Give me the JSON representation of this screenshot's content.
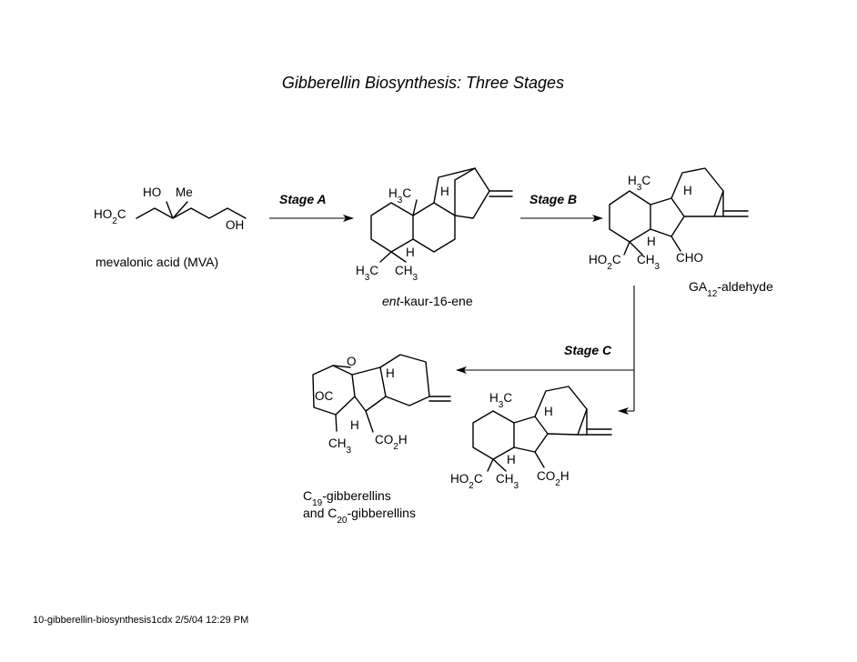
{
  "title": "Gibberellin Biosynthesis: Three Stages",
  "stages": {
    "a": "Stage A",
    "b": "Stage B",
    "c": "Stage C"
  },
  "compounds": {
    "mva": {
      "label": "mevalonic acid (MVA)",
      "ho": "HO",
      "me": "Me",
      "co2h_left": "HO",
      "oh": "OH"
    },
    "kaurene": {
      "label_italic": "ent",
      "label_rest": "-kaur-16-ene"
    },
    "ga12": {
      "label_prefix": "GA",
      "label_sub": "12",
      "label_suffix": "-aldehyde",
      "cho": "CHO"
    },
    "ga12acid": {
      "co2h": "CO"
    },
    "c19": {
      "line1_prefix": "C",
      "line1_sub": "19",
      "line1_suffix": "-gibberellins",
      "line2_prefix": "and C",
      "line2_sub": "20",
      "line2_suffix": "-gibberellins",
      "o": "O",
      "oc": "OC"
    }
  },
  "atoms": {
    "h": "H",
    "h3c": "H",
    "ch3": "CH",
    "ho2c": "HO",
    "co2h": "CO"
  },
  "footer": "10-gibberellin-biosynthesis1cdx  2/5/04  12:29 PM"
}
